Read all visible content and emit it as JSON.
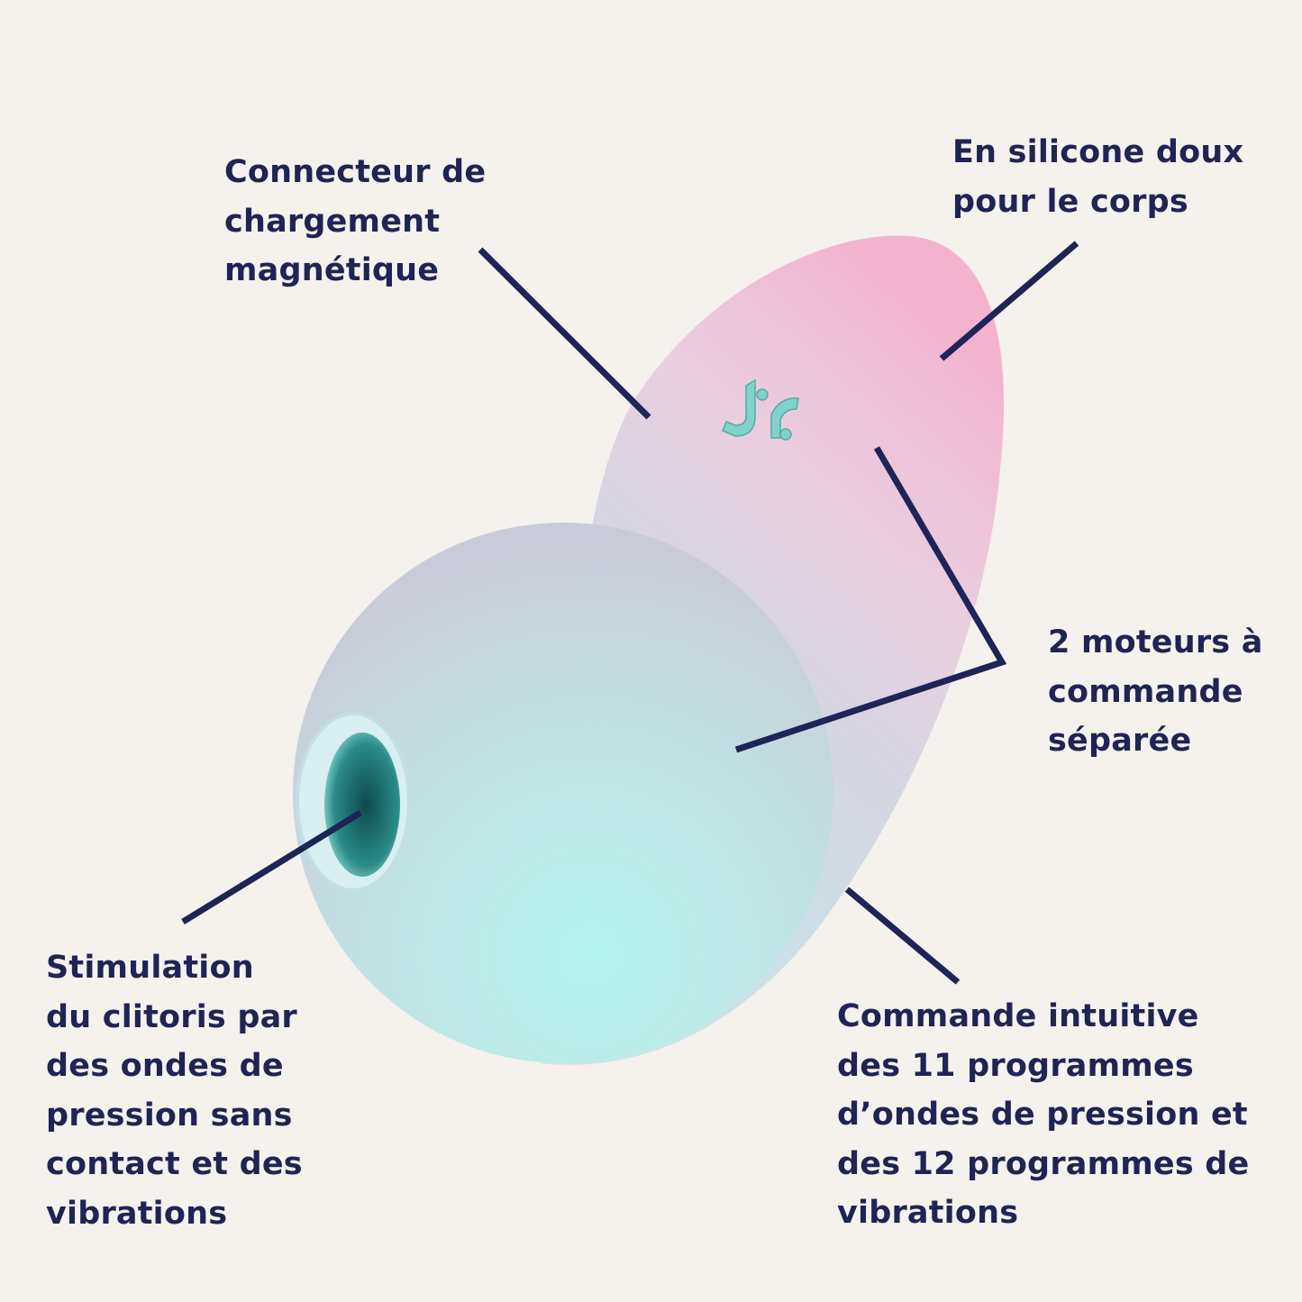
{
  "colors": {
    "background": "#f5f1ec",
    "text": "#1f2456",
    "pink": "#f1b6cf",
    "mint": "#aef0ea"
  },
  "product": {
    "logo_icon": "satisfyer-logo-icon"
  },
  "callouts": {
    "charging": {
      "lines": [
        "Connecteur de",
        "chargement",
        "magnétique"
      ]
    },
    "silicone": {
      "lines": [
        "En silicone doux",
        "pour le corps"
      ]
    },
    "motors": {
      "lines": [
        "2 moteurs à",
        "commande",
        "séparée"
      ]
    },
    "stimulation": {
      "lines": [
        "Stimulation",
        "du clitoris par",
        "des ondes de",
        "pression sans",
        "contact et des",
        "vibrations"
      ]
    },
    "controls": {
      "lines": [
        "Commande intuitive",
        "des 11 programmes",
        "d’ondes de pression et",
        "des 12 programmes de",
        "vibrations"
      ]
    }
  }
}
